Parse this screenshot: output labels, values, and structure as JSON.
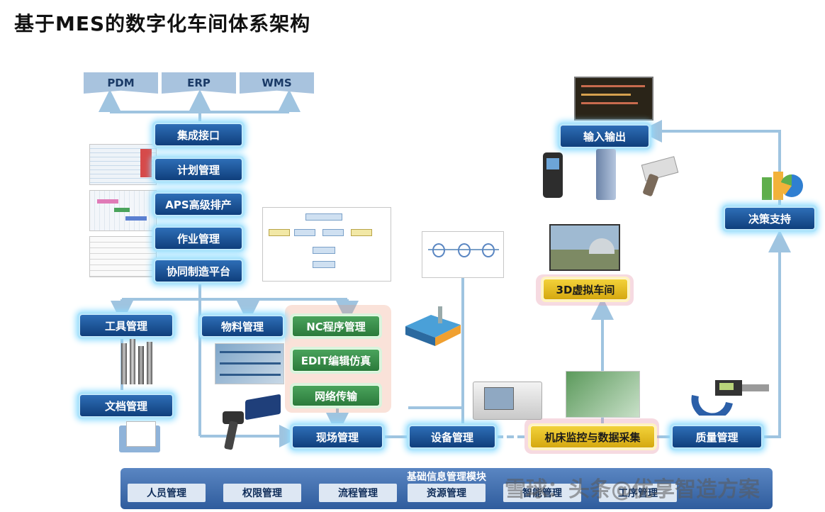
{
  "title": "基于MES的数字化车间体系架构",
  "systems": {
    "pdm": "PDM",
    "erp": "ERP",
    "wms": "WMS"
  },
  "modules": {
    "integration": "集成接口",
    "planning": "计划管理",
    "aps": "APS高级排产",
    "operation": "作业管理",
    "collab": "协同制造平台",
    "tools": "工具管理",
    "material": "物料管理",
    "nc": "NC程序管理",
    "edit": "EDIT编辑仿真",
    "network": "网络传输",
    "docs": "文档管理",
    "onsite": "现场管理",
    "equipment": "设备管理",
    "machine_monitor": "机床监控与数据采集",
    "quality": "质量管理",
    "io": "输入输出",
    "decision": "决策支持",
    "virtual": "3D虚拟车间"
  },
  "base": {
    "title": "基础信息管理模块",
    "items": [
      "人员管理",
      "权限管理",
      "流程管理",
      "资源管理",
      "智能管理",
      "工序管理"
    ]
  },
  "watermark": "雪球：头条@优享智造方案",
  "colors": {
    "module_blue": "#1e5aa3",
    "glow": "#8fdcff",
    "nc_green": "#3b9150",
    "machine_yellow": "#eac024"
  }
}
